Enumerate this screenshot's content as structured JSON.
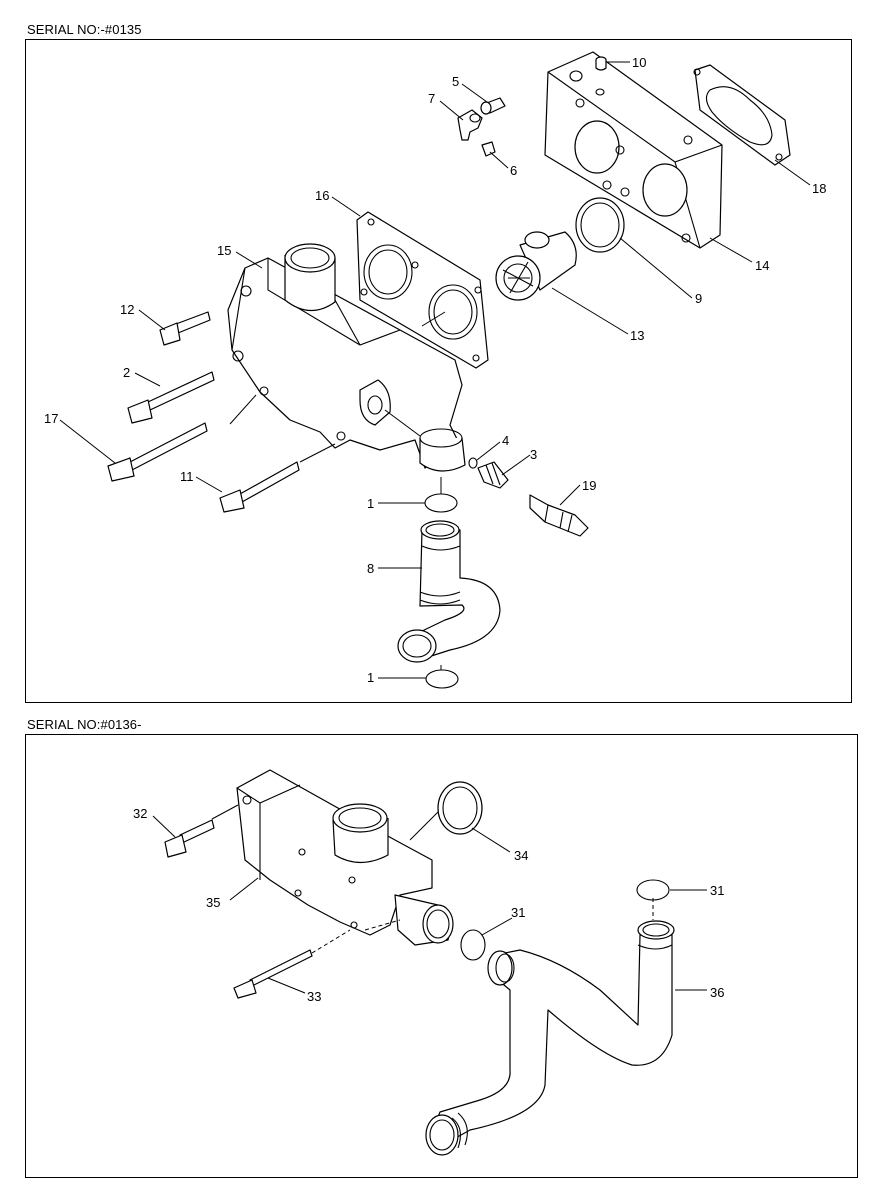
{
  "sections": {
    "top": {
      "serial_label": "SERIAL NO:-#0135"
    },
    "bottom": {
      "serial_label": "SERIAL NO:#0136-"
    }
  },
  "callouts": {
    "c1a": "1",
    "c1b": "1",
    "c2": "2",
    "c3": "3",
    "c4": "4",
    "c5": "5",
    "c6": "6",
    "c7": "7",
    "c8": "8",
    "c9": "9",
    "c10": "10",
    "c11": "11",
    "c12": "12",
    "c13": "13",
    "c14": "14",
    "c15": "15",
    "c16": "16",
    "c17": "17",
    "c18": "18",
    "c19": "19",
    "c31a": "31",
    "c31b": "31",
    "c32": "32",
    "c33": "33",
    "c34": "34",
    "c35": "35",
    "c36": "36"
  }
}
